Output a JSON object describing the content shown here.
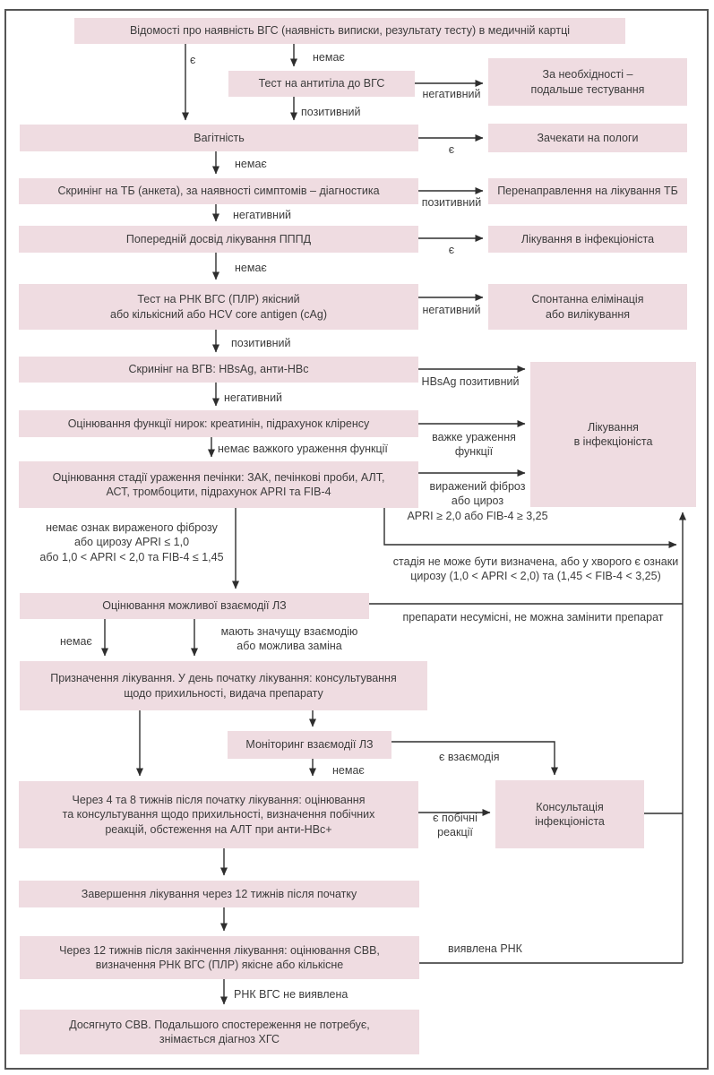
{
  "colors": {
    "node_fill": "#efdce1",
    "line": "#2e2e2e",
    "text": "#3c3c3c",
    "frame_border": "#555555"
  },
  "nodes": {
    "record_check": "Відомості про наявність ВГС (наявність виписки, результату тесту) в медичній картці",
    "antibody_test": "Тест на антитіла до ВГС",
    "further_testing": "За необхідності –\nподальше тестування",
    "pregnancy": "Вагітність",
    "wait_delivery": "Зачекати на пологи",
    "tb_screening": "Скринінг на ТБ (анкета), за наявності симптомів – діагностика",
    "tb_referral": "Перенаправлення на лікування ТБ",
    "prior_treatment": "Попередній досвід лікування ПППД",
    "infectionist_treatment_short": "Лікування в інфекціоніста",
    "rna_test": "Тест на РНК ВГС (ПЛР) якісний\nабо кількісний або HCV core antigen (cAg)",
    "spontaneous_elimination": "Спонтанна елімінація\nабо вилікування",
    "hbv_screening": "Скринінг на ВГВ: HBsAg, анти-HBc",
    "kidney_function": "Оцінювання функції нирок: креатинін, підрахунок кліренсу",
    "liver_staging": "Оцінювання стадії ураження печінки: ЗАК, печінкові проби, АЛТ,\nАСТ, тромбоцити, підрахунок APRI та FIB-4",
    "infectionist_treatment_big": "Лікування\nв інфекціоніста",
    "drug_interaction_check": "Оцінювання можливої взаємодії ЛЗ",
    "treatment_start": "Призначення лікування. У день початку лікування: консультування\nщодо прихильності, видача препарату",
    "interaction_monitoring": "Моніторинг взаємодії ЛЗ",
    "week4_8_check": "Через 4 та 8 тижнів після початку лікування: оцінювання\nта консультування щодо прихильності, визначення побічних\nреакцій, обстеження на АЛТ при анти-HBc+",
    "infectionist_consultation": "Консультація\nінфекціоніста",
    "treatment_completion": "Завершення лікування через 12 тижнів після початку",
    "svr_check": "Через 12 тижнів після закінчення лікування: оцінювання СВВ,\nвизначення РНК ВГС (ПЛР) якісне або кількісне",
    "svr_achieved": "Досягнуто СВВ. Подальшого спостереження не потребує,\nзнімається діагноз ХГС"
  },
  "labels": {
    "has_record": "є",
    "no_record": "немає",
    "ab_negative": "негативний",
    "ab_positive": "позитивний",
    "pregnant_yes": "є",
    "pregnant_no": "немає",
    "tb_positive": "позитивний",
    "tb_negative": "негативний",
    "prior_yes": "є",
    "prior_no": "немає",
    "rna_negative": "негативний",
    "rna_positive": "позитивний",
    "hbsag_positive": "HBsAg позитивний",
    "hbv_negative": "негативний",
    "severe_impairment": "важке ураження\nфункції",
    "no_severe_impairment": "немає важкого ураження функції",
    "fibrosis_cirrhosis": "виражений фіброз\nабо цироз\nAPRI ≥ 2,0 або FIB-4 ≥ 3,25",
    "no_fibrosis": "немає ознак вираженого фіброзу\nабо цирозу APRI ≤ 1,0\nабо 1,0 < APRI < 2,0 та FIB-4 ≤ 1,45",
    "stage_undetermined": "стадія не може бути визначена, або у хворого є ознаки\nцирозу (1,0 < APRI < 2,0) та (1,45 < FIB-4 < 3,25)",
    "incompatible": "препарати несумісні, не можна замінити препарат",
    "no_interaction_1": "немає",
    "significant_interaction": "мають значущу взаємодію\nабо можлива заміна",
    "has_interaction": "є взаємодія",
    "no_interaction_2": "немає",
    "side_effects": "є побічні\nреакції",
    "rna_detected": "виявлена РНК",
    "rna_not_detected": "РНК ВГС не виявлена"
  }
}
